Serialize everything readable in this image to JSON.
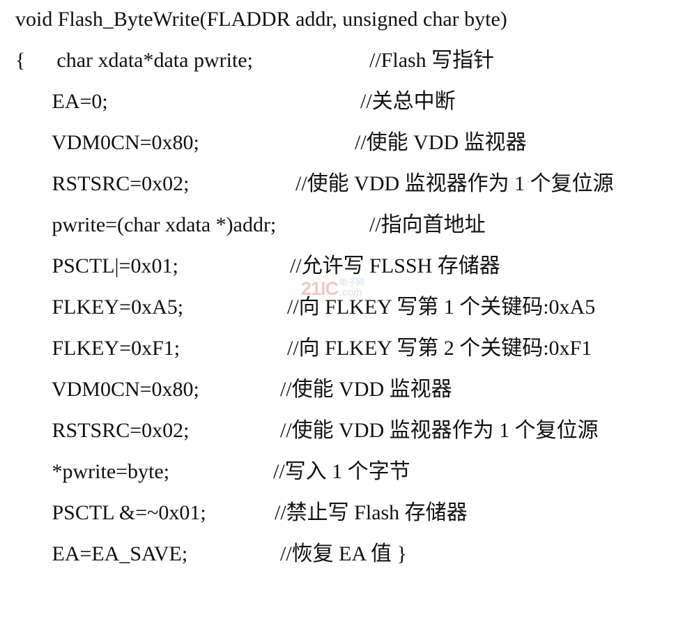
{
  "lines": [
    {
      "code": "void Flash_ByteWrite(FLADDR addr, unsigned char byte)",
      "comment": ""
    },
    {
      "code": "{      char xdata*data pwrite;",
      "comment": "//Flash 写指针"
    },
    {
      "code": "       EA=0;",
      "comment": "//关总中断"
    },
    {
      "code": "       VDM0CN=0x80;",
      "comment": "//使能 VDD 监视器"
    },
    {
      "code": "       RSTSRC=0x02;",
      "comment": "//使能 VDD 监视器作为 1 个复位源"
    },
    {
      "code": "       pwrite=(char xdata *)addr;",
      "comment": "//指向首地址"
    },
    {
      "code": "       PSCTL|=0x01;",
      "comment": "//允许写 FLSSH 存储器"
    },
    {
      "code": "       FLKEY=0xA5;",
      "comment": "//向 FLKEY 写第 1 个关键码:0xA5"
    },
    {
      "code": "       FLKEY=0xF1;",
      "comment": "//向 FLKEY 写第 2 个关键码:0xF1"
    },
    {
      "code": "       VDM0CN=0x80;",
      "comment": "//使能 VDD 监视器"
    },
    {
      "code": "       RSTSRC=0x02;",
      "comment": "//使能 VDD 监视器作为 1 个复位源"
    },
    {
      "code": "       *pwrite=byte;",
      "comment": "//写入 1 个字节"
    },
    {
      "code": "       PSCTL &=~0x01;",
      "comment": "//禁止写 Flash 存储器"
    },
    {
      "code": "       EA=EA_SAVE;",
      "comment": "//恢复 EA 值 }"
    }
  ],
  "watermark": {
    "number": "21IC",
    "cn": "电子网",
    "com": ".com"
  }
}
